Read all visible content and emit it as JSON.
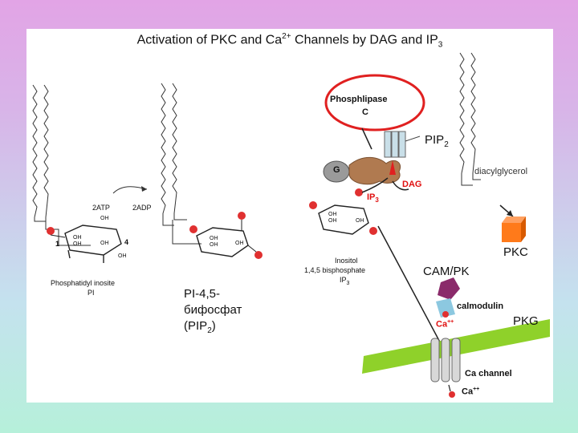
{
  "title": {
    "prefix": "Activation of PKC and Ca",
    "sup": "2+",
    "middle": " Channels by DAG and IP",
    "sub": "3"
  },
  "labels": {
    "phospholipase_line1": "Phosphlipase",
    "phospholipase_line2": "C",
    "pip2": "PIP",
    "pip2_sub": "2",
    "g_protein": "G",
    "dag": "DAG",
    "ip3": "IP",
    "ip3_sub": "3",
    "diacylglycerol": "diacylglycerol",
    "pkc": "PKC",
    "cam_pk": "CAM/PK",
    "calmodulin": "calmodulin",
    "pkg": "PKG",
    "ca_top": "Ca",
    "ca_top_sup": "++",
    "ca_channel": "Ca channel",
    "ca_bottom": "Ca",
    "ca_bottom_sup": "++",
    "two_atp": "2ATP",
    "two_adp": "2ADP",
    "phosphatidyl_line1": "Phosphatidyl inosite",
    "phosphatidyl_line2": "PI",
    "pi45_line1": "PI-4,5-",
    "pi45_line2": "бифосфат",
    "pi45_line3": "(PIP",
    "pi45_line3_sub": "2",
    "pi45_line3_end": ")",
    "inositol_line1": "Inositol",
    "inositol_line2": "1,4,5 bisphosphate",
    "inositol_line3": "IP",
    "inositol_line3_sub": "3",
    "oh": "OH",
    "num_1": "1",
    "num_4": "4"
  },
  "colors": {
    "ellipse": "#e02020",
    "pkc_cube": "#ff7a1a",
    "membrane": "#8fd12a",
    "calmodulin": "#8cc8e0",
    "camk": "#8a2a6a",
    "phosphate": "#e03030"
  }
}
